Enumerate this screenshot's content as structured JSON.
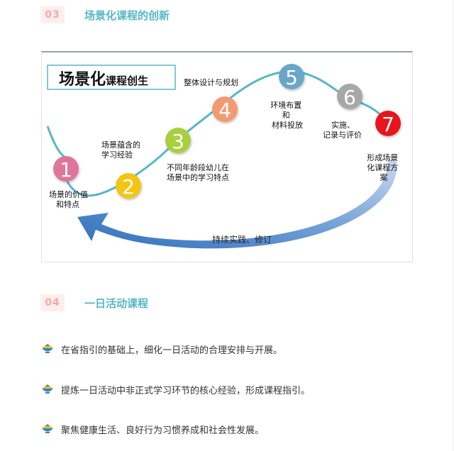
{
  "section3": {
    "num": "03",
    "title": "场景化课程的创新"
  },
  "diagram": {
    "title_big": "场景化",
    "title_small": "课程创生",
    "steps": [
      {
        "num": "1",
        "color": "#e0749a",
        "label_lines": [
          "场景的价值",
          "和特点"
        ]
      },
      {
        "num": "2",
        "color": "#f5c518",
        "label_lines": [
          "场景蕴含的",
          "学习经验"
        ]
      },
      {
        "num": "3",
        "color": "#a8cf3c",
        "label_lines": [
          "不同年龄段幼儿在",
          "场景中的学习特点"
        ]
      },
      {
        "num": "4",
        "color": "#f39a73",
        "label_lines": [
          "整体设计与规划"
        ]
      },
      {
        "num": "5",
        "color": "#6aa6c8",
        "label_lines": [
          "环境布置",
          "和",
          "材料投放"
        ]
      },
      {
        "num": "6",
        "color": "#a7a7a7",
        "label_lines": [
          "实施、",
          "记录与评价"
        ]
      },
      {
        "num": "7",
        "color": "#e8191f",
        "label_lines": [
          "形成场景",
          "化课程方",
          "案"
        ]
      }
    ],
    "loop_label": "持续实践、修订",
    "path_color": "#58b7c4",
    "arrow_color": "#3f7fc0"
  },
  "section4": {
    "num": "04",
    "title": "一日活动课程"
  },
  "bullets": [
    "在省指引的基础上，细化一日活动的合理安排与开展。",
    "提炼一日活动中非正式学习环节的核心经验，形成课程指引。",
    "聚焦健康生活、良好行为习惯养成和社会性发展。"
  ]
}
